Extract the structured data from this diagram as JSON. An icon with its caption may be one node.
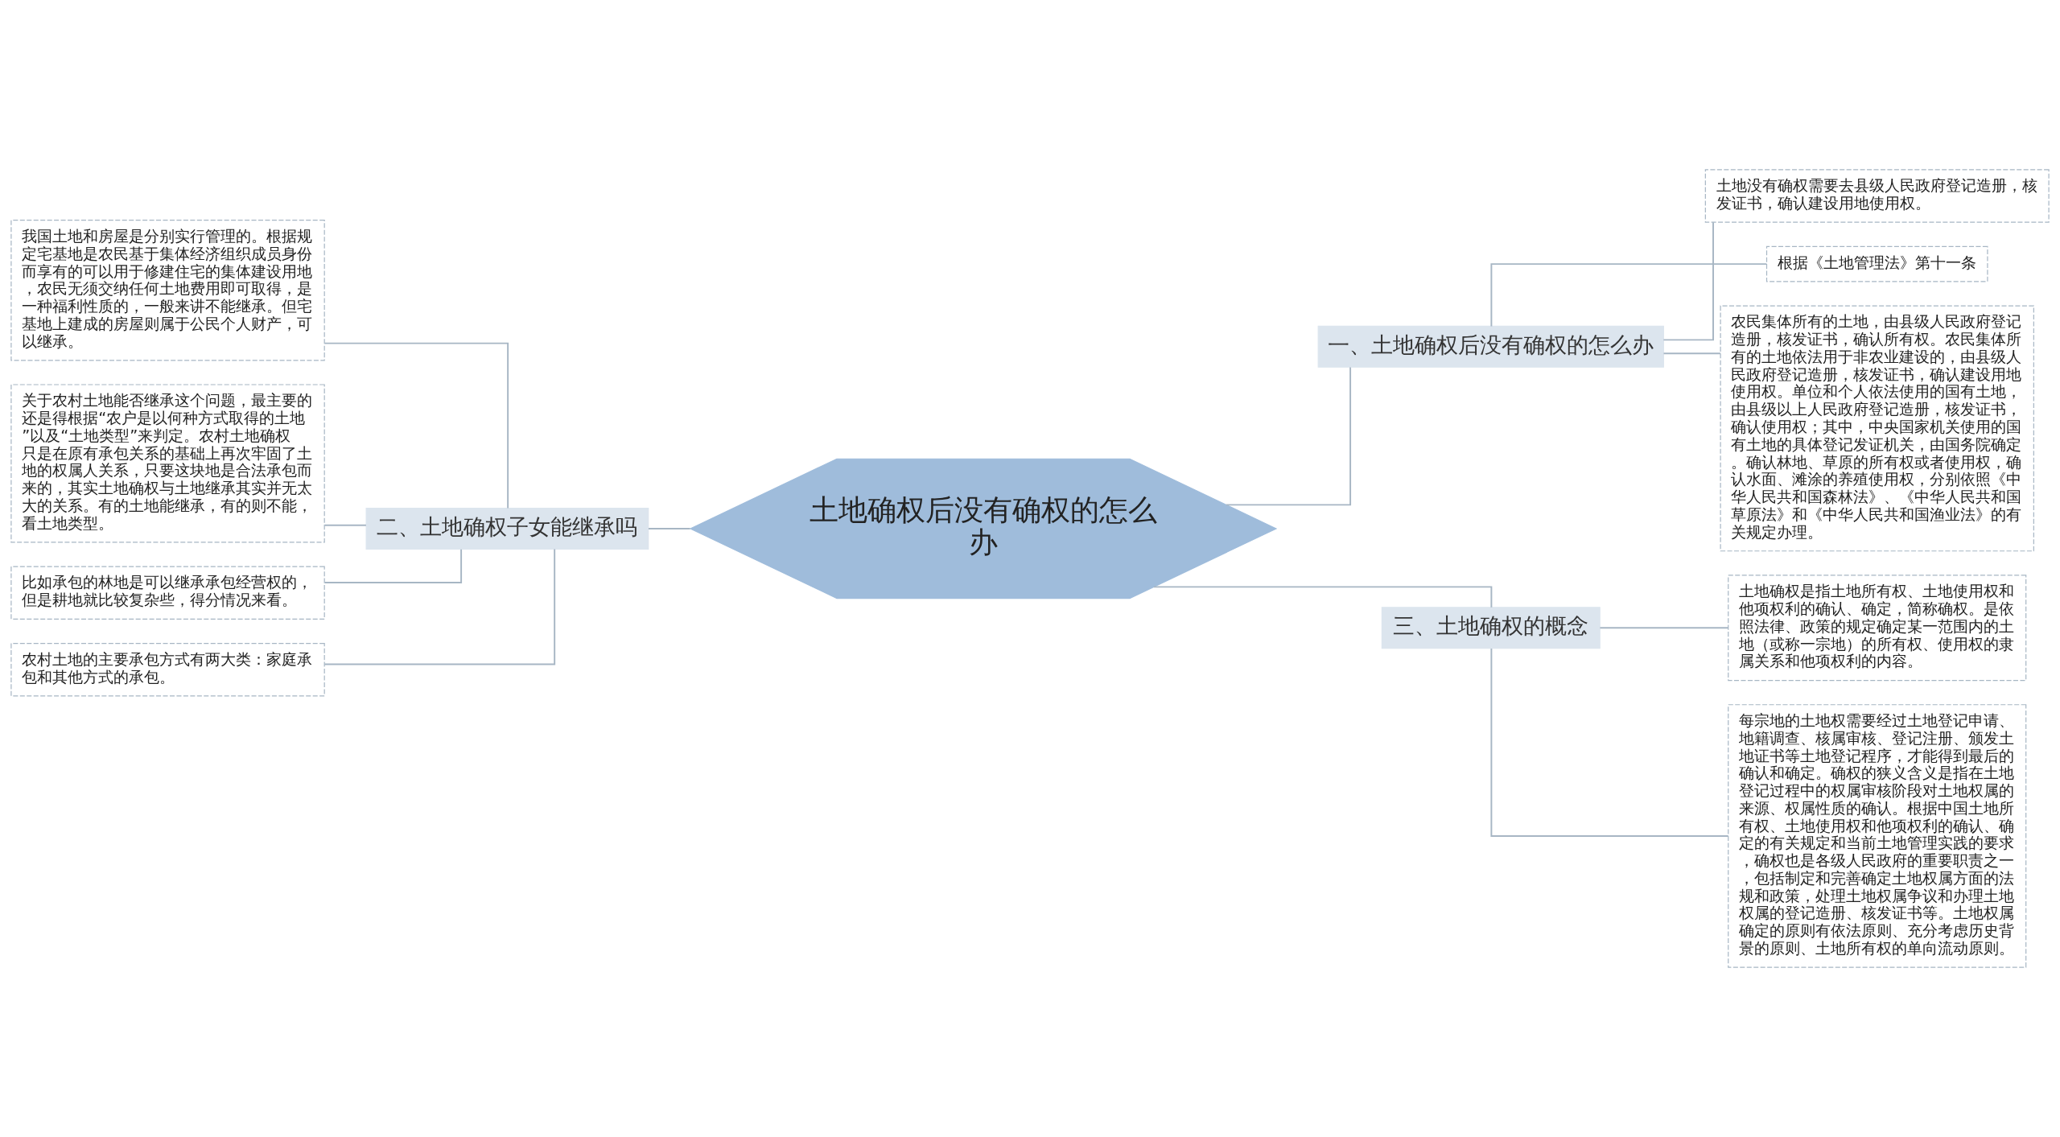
{
  "diagram": {
    "nodes": [
      {
        "text": [
          "土地确权后没有确权的怎么办"
        ]
      },
      {
        "text": [
          "一、土地确权后没有确权的怎么办"
        ]
      },
      {
        "text": [
          "土地没有确权需要去县级人民政府登记造册，核发证书，确认建设用地使用权。"
        ]
      },
      {
        "text": [
          "根据《土地管理法》第十一条"
        ]
      },
      {
        "text": [
          "农民集体所有的土地，由县级人民政府登记造册，核发证书，确认所有权。农民集体所有的土地依法用于非农业建设的，由县级人民政府登记造册，核发证书，确认建设用地使用权。单位和个人依法使用的国有土地，由县级以上人民政府登记造册，核发证书，确认使用权；其中，中央国家机关使用的国有土地的具体登记发证机关，由国务院确定。确认林地、草原的所有权或者使用权，确认水面、滩涂的养殖使用权，分别依照《中华人民共和国森林法》、《中华人民共和国草原法》和《中华人民共和国渔业法》的有关规定办理。"
        ]
      },
      {
        "text": [
          "二、土地确权子女能继承吗"
        ]
      },
      {
        "text": [
          "我国土地和房屋是分别实行管理的。根据规定宅基地是农民基于集体经济组织成员身份而享有的可以用于修建住宅的集体建设用地，农民无须交纳任何土地费用即可取得，是一种福利性质的，一般来讲不能继承。但宅基地上建成的房屋则属于公民个人财产，可以继承。"
        ]
      },
      {
        "text": [
          "关于农村土地能否继承这个问题，最主要的还是得根据“农户是以何种方式取得的土地”以及“土地类型”来判定。农村土地确权只是在原有承包关系的基础上再次牢固了土地的权属人关系，只要这块地是合法承包而来的，其实土地确权与土地继承其实并无太大的关系。有的土地能继承，有的则不能，看土地类型。"
        ]
      },
      {
        "text": [
          "比如承包的林地是可以继承承包经营权的，但是耕地就比较复杂些，得分情况来看。"
        ]
      },
      {
        "text": [
          "农村土地的主要承包方式有两大类：家庭承包和其他方式的承包。"
        ]
      },
      {
        "text": [
          "三、土地确权的概念"
        ]
      },
      {
        "text": [
          "土地确权是指土地所有权、土地使用权和他项权利的确认、确定，简称确权。是依照法律、政策的规定确定某一范围内的土地（或称一宗地）的所有权、使用权的隶属关系和他项权利的内容。"
        ]
      },
      {
        "text": [
          "每宗地的土地权需要经过土地登记申请、地籍调查、核属审核、登记注册、颁发土地证书等土地登记程序，才能得到最后的确认和确定。确权的狭义含义是指在土地登记过程中的权属审核阶段对土地权属的来源、权属性质的确认。根据中国土地所有权、土地使用权和他项权利的确认、确定的有关规定和当前土地管理实践的要求，确权也是各级人民政府的重要职责之一，包括制定和完善确定土地权属方面的法规和政策，处理土地权属争议和办理土地权属的登记造册、核发证书等。土地权属确定的原则有依法原则、充分考虑历史背景的原则、土地所有权的单向流动原则。"
        ]
      }
    ],
    "edges": [
      {
        "from": 0,
        "to": 1,
        "arrow": "none"
      },
      {
        "from": 1,
        "to": 2,
        "arrow": "none"
      },
      {
        "from": 1,
        "to": 3,
        "arrow": "none"
      },
      {
        "from": 1,
        "to": 4,
        "arrow": "none"
      },
      {
        "from": 0,
        "to": 5,
        "arrow": "none"
      },
      {
        "from": 5,
        "to": 6,
        "arrow": "none"
      },
      {
        "from": 5,
        "to": 7,
        "arrow": "none"
      },
      {
        "from": 5,
        "to": 8,
        "arrow": "none"
      },
      {
        "from": 5,
        "to": 9,
        "arrow": "none"
      },
      {
        "from": 0,
        "to": 10,
        "arrow": "none"
      },
      {
        "from": 10,
        "to": 11,
        "arrow": "none"
      },
      {
        "from": 10,
        "to": 12,
        "arrow": "none"
      }
    ]
  }
}
